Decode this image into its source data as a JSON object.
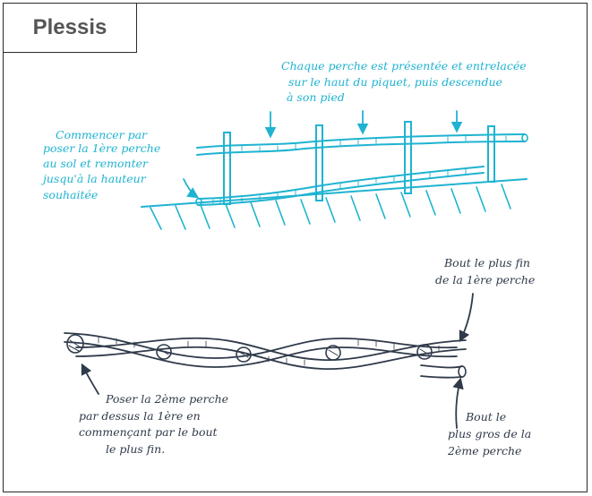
{
  "title": "Plessis",
  "colors": {
    "cyan": "#1fb3d1",
    "ink": "#2f3a4a",
    "frame": "#2a2a2a",
    "title_text": "#555555"
  },
  "top_diagram": {
    "note_left": [
      "Commencer par",
      "poser la 1ère perche",
      "au sol et remonter",
      "jusqu'à la hauteur",
      "souhaitée"
    ],
    "note_top": [
      "Chaque perche est présentée et entrelacée",
      "sur le haut du piquet, puis descendue",
      "à son pied"
    ]
  },
  "bottom_diagram": {
    "note_top_right": [
      "Bout le plus fin",
      "de la 1ère perche"
    ],
    "note_bottom_left": [
      "Poser la 2ème perche",
      "par dessus la 1ère en",
      "commençant par le bout",
      "le plus fin."
    ],
    "note_bottom_right": [
      "Bout le",
      "plus gros de la",
      "2ème perche"
    ]
  }
}
